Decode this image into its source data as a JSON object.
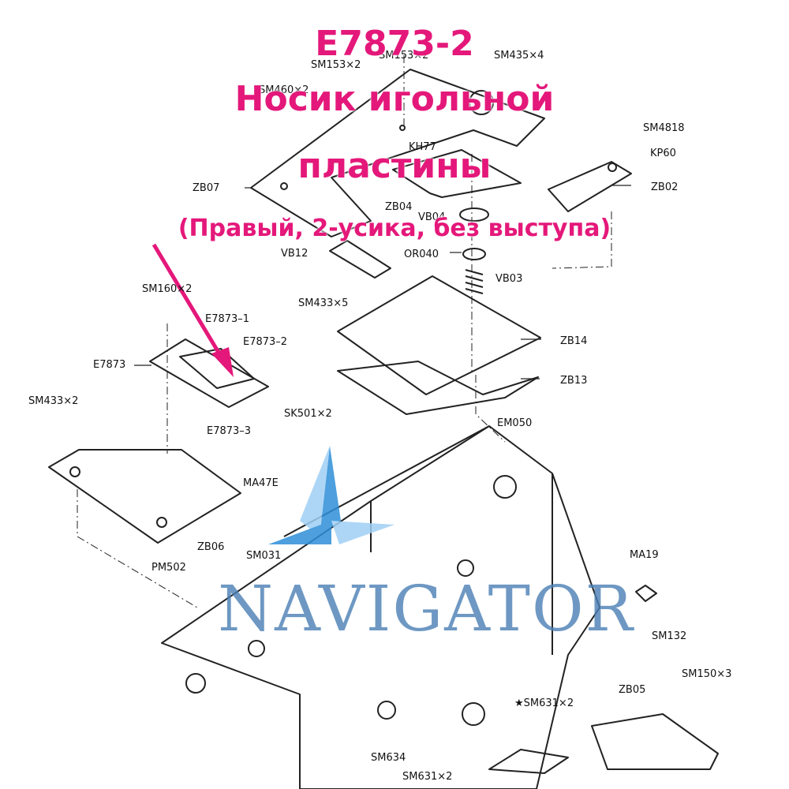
{
  "title": {
    "code": "E7873-2",
    "line1": "Носик игольной",
    "line2": "пластины",
    "note": "(Правый, 2-усика, без выступа)"
  },
  "watermark": "NAVIGATOR",
  "colors": {
    "title": "#e4187a",
    "watermark": "#4a7fb5",
    "watermark_v": "#8cc63f",
    "star": "#2f8fd8",
    "lines": "#222222"
  },
  "parts": [
    "SM153×2",
    "SM153×2",
    "SM435×4",
    "SM460×2",
    "SM4818",
    "KP60",
    "KH77",
    "ZB02",
    "ZB07",
    "ZB04",
    "VB04",
    "OR040",
    "VB12",
    "VB03",
    "SM433×5",
    "SM160×2",
    "E7873–1",
    "E7873–2",
    "E7873",
    "ZB14",
    "ZB13",
    "SK501×2",
    "E7873–3",
    "SM433×2",
    "EM050",
    "MA47E",
    "ZB06",
    "PM502",
    "SM031",
    "MA19",
    "SM132",
    "SM150×3",
    "★SM631×2",
    "ZB05",
    "SM634",
    "SM631×2"
  ]
}
